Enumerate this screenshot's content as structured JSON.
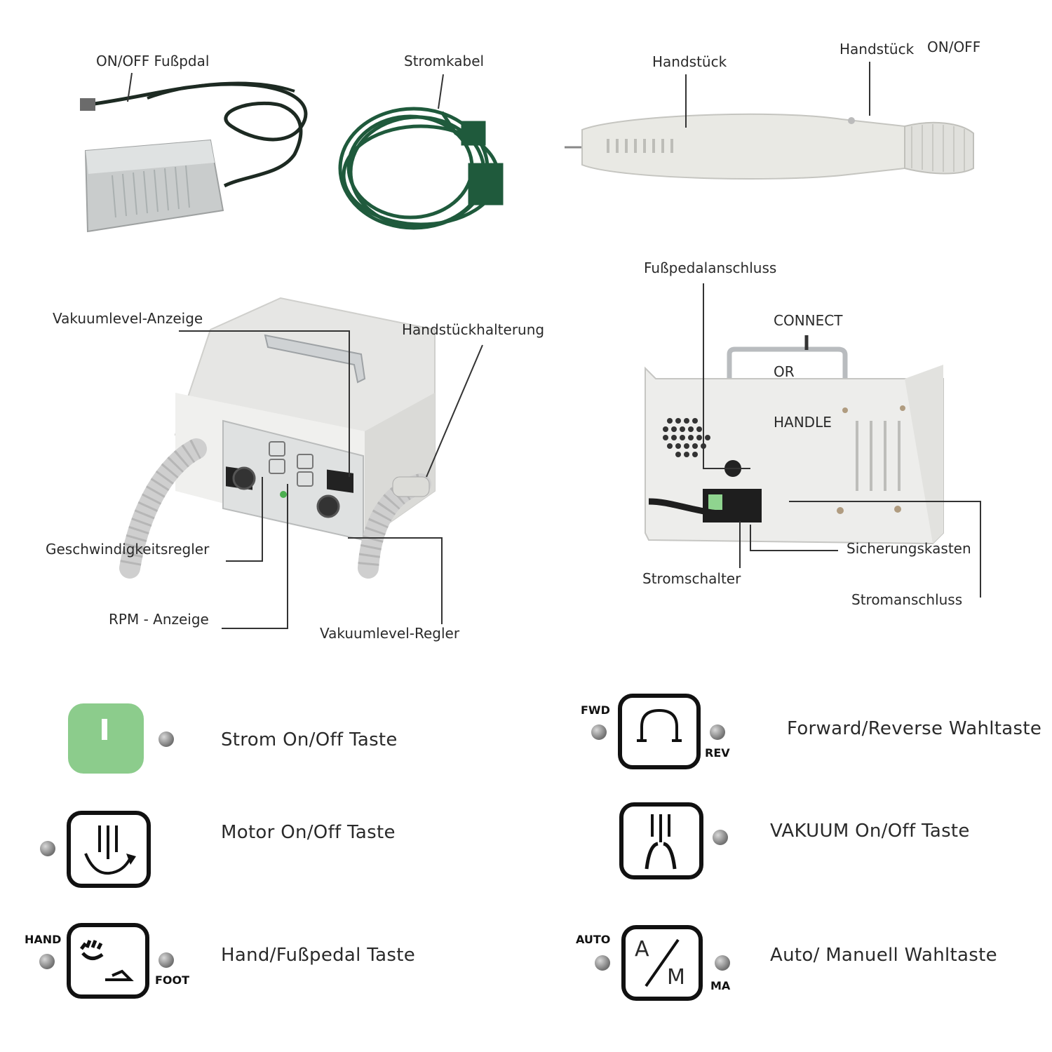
{
  "callouts": {
    "onoff_footpedal": "ON/OFF  Fußpdal",
    "power_cable": "Stromkabel",
    "handpiece": "Handstück",
    "handpiece_onoff_a": "Handstück",
    "handpiece_onoff_b": "ON/OFF",
    "footpedal_port": "Fußpedalanschluss",
    "connect": "CONNECT",
    "or": "OR",
    "handle": "HANDLE",
    "vacuum_level_display": "Vakuumlevel-Anzeige",
    "handpiece_holder": "Handstückhalterung",
    "speed_control": "Geschwindigkeitsregler",
    "rpm_display": "RPM  - Anzeige",
    "vacuum_level_control": "Vakuumlevel-Regler",
    "power_switch": "Stromschalter",
    "fuse_box": "Sicherungskasten",
    "power_connection": "Stromanschluss"
  },
  "legend": [
    {
      "label": "Strom On/Off Taste",
      "icon": "power-button-icon"
    },
    {
      "label": "Forward/Reverse  Wahltaste",
      "icon": "forward-reverse-icon",
      "left_tag": "FWD",
      "right_tag": "REV"
    },
    {
      "label": "Motor On/Off Taste",
      "icon": "motor-icon"
    },
    {
      "label": "VAKUUM On/Off Taste",
      "icon": "vacuum-icon"
    },
    {
      "label": "Hand/Fußpedal Taste",
      "icon": "hand-foot-icon",
      "left_tag": "HAND",
      "right_tag": "FOOT"
    },
    {
      "label": "Auto/ Manuell Wahltaste",
      "icon": "auto-manual-icon",
      "left_tag": "AUTO",
      "right_tag": "MA",
      "glyph_a": "A",
      "glyph_m": "M"
    }
  ],
  "colors": {
    "power_button": "#8ccc8c",
    "cable": "#1f5a3c",
    "device": "#e6e6e6"
  }
}
